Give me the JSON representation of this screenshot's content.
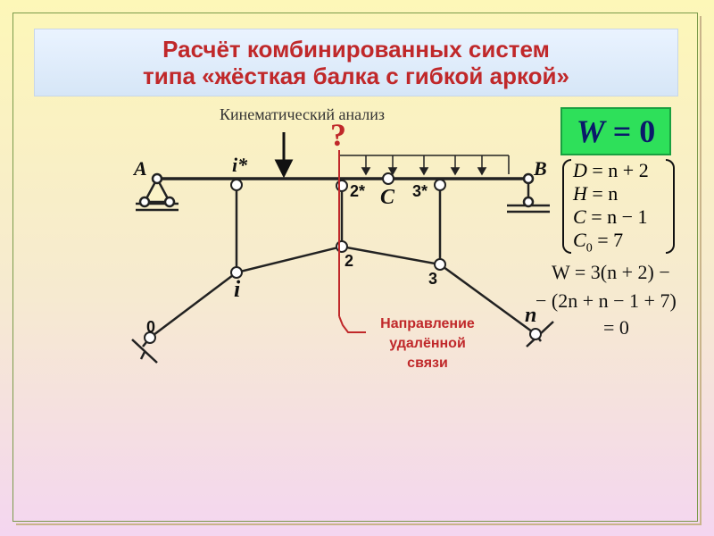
{
  "title": {
    "line1": "Расчёт комбинированных систем",
    "line2": "типа «жёсткая балка с гибкой аркой»"
  },
  "subtitle": "Кинематический анализ",
  "question_mark": "?",
  "w_box": {
    "lhs": "W",
    "rhs": "= 0"
  },
  "equations": {
    "d": {
      "lhs": "D",
      "rhs": " = n + 2"
    },
    "h": {
      "lhs": "H",
      "rhs": " = n"
    },
    "c": {
      "lhs": "C",
      "rhs": " = n − 1"
    },
    "c0": {
      "lhs": "C",
      "sub": "0",
      "rhs": " = 7"
    }
  },
  "w_formula": {
    "line1": "W = 3(n + 2) −",
    "line2": "− (2n + n − 1 + 7)",
    "line3": "= 0"
  },
  "labels": {
    "A": "A",
    "B": "B",
    "C": "C",
    "i_star": "i*",
    "two_star": "2*",
    "three_star": "3*",
    "two": "2",
    "three": "3",
    "i": "i",
    "zero": "0",
    "n": "n"
  },
  "note": {
    "line1": "Направление",
    "line2": "удалённой",
    "line3": "связи"
  },
  "colors": {
    "title_red": "#c0282a",
    "w_box_green": "#2ee05a",
    "line_red": "#c0282a",
    "structure": "#222222"
  }
}
